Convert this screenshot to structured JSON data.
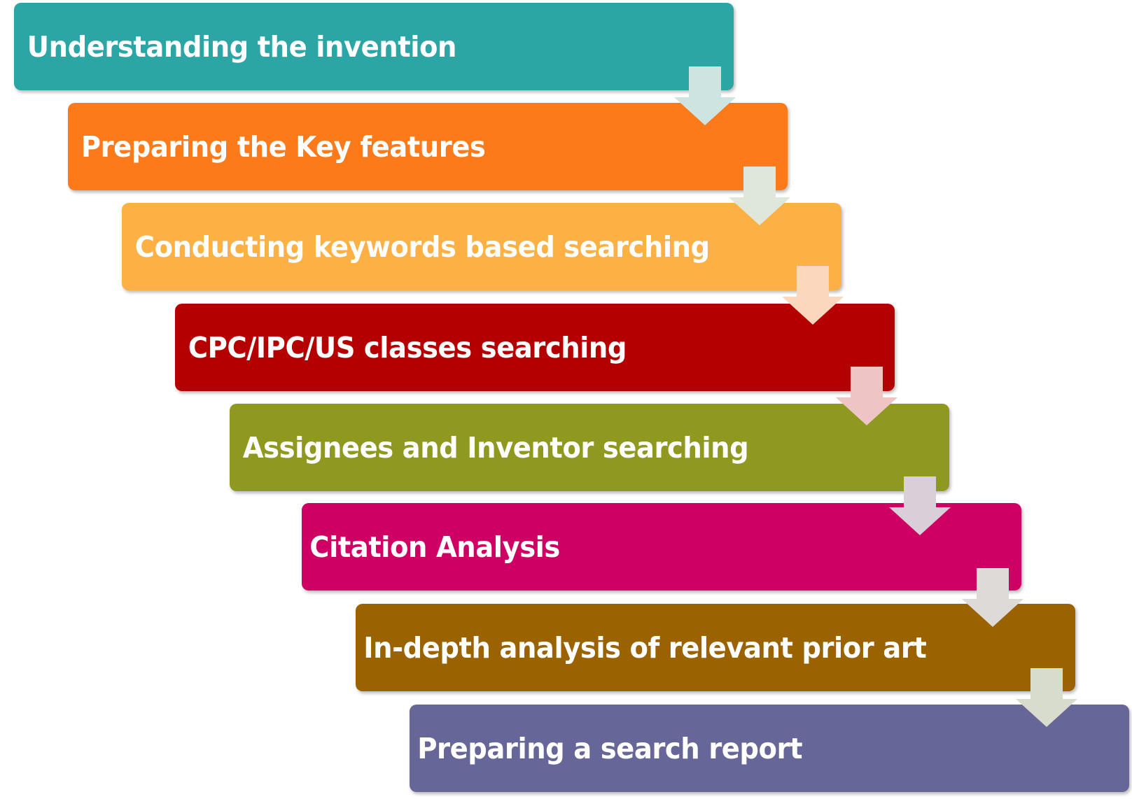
{
  "steps": [
    {
      "label": "Understanding the invention",
      "color": "#2ba6a4"
    },
    {
      "label": "Preparing the Key features",
      "color": "#fd7a1a"
    },
    {
      "label": "Conducting keywords based searching",
      "color": "#fdb044"
    },
    {
      "label": "CPC/IPC/US classes searching",
      "color": "#b50001"
    },
    {
      "label": "Assignees and Inventor searching",
      "color": "#8f991f"
    },
    {
      "label": "Citation Analysis",
      "color": "#ce0063"
    },
    {
      "label": "In-depth analysis of relevant prior art",
      "color": "#9b6200"
    },
    {
      "label": "Preparing a search report",
      "color": "#676699"
    }
  ],
  "arrows": [
    {
      "color": "#cde4e0"
    },
    {
      "color": "#dfe7da"
    },
    {
      "color": "#fbd7bd"
    },
    {
      "color": "#eec4c4"
    },
    {
      "color": "#d8cfd8"
    },
    {
      "color": "#dedad7"
    },
    {
      "color": "#d8dccd"
    }
  ]
}
